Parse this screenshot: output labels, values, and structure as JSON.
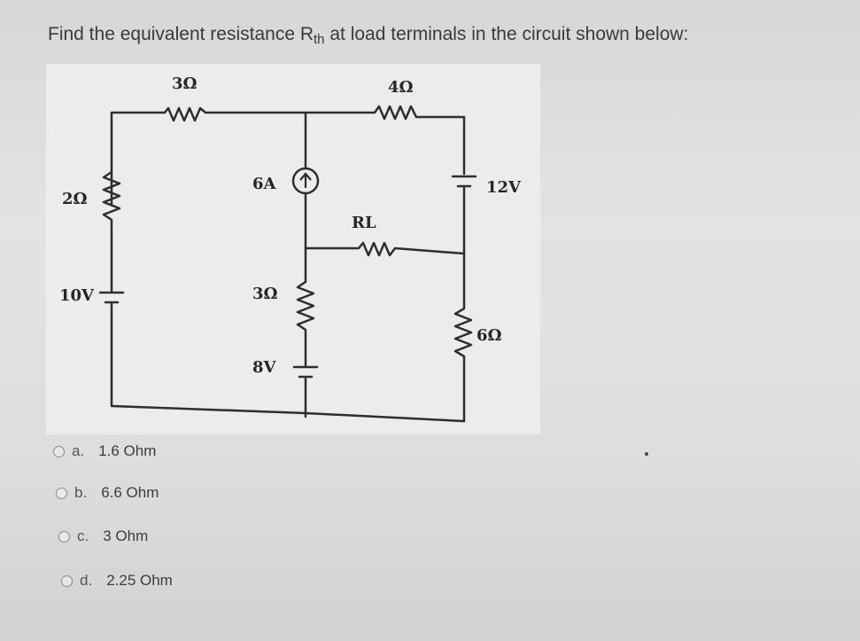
{
  "question": {
    "prefix": "Find the equivalent resistance R",
    "subscript": "th",
    "suffix": " at load terminals in the circuit shown below:"
  },
  "circuit": {
    "labels": {
      "r_top_left": "3Ω",
      "r_top_right": "4Ω",
      "r_left": "2Ω",
      "v_left": "10V",
      "current_source": "6A",
      "v_right": "12V",
      "load": "RL",
      "r_middle": "3Ω",
      "v_middle": "8V",
      "r_right": "6Ω"
    }
  },
  "options": [
    {
      "letter": "a.",
      "text": "1.6 Ohm"
    },
    {
      "letter": "b.",
      "text": "6.6 Ohm"
    },
    {
      "letter": "c.",
      "text": "3 Ohm"
    },
    {
      "letter": "d.",
      "text": "2.25 Ohm"
    }
  ]
}
